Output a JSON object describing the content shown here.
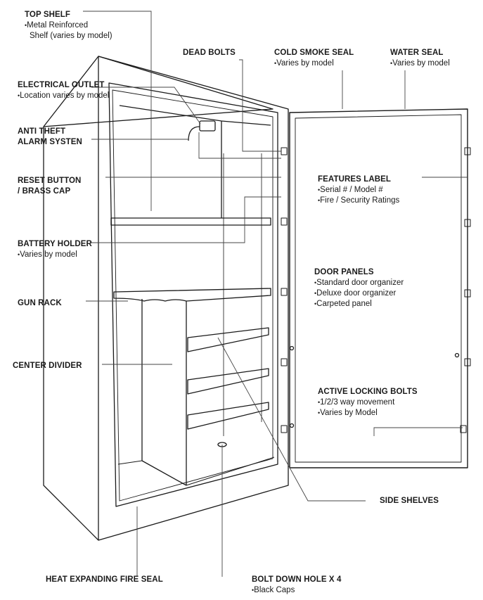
{
  "labels": {
    "top_shelf": {
      "title": "TOP SHELF",
      "lines": [
        "Metal Reinforced",
        "Shelf (varies by model)"
      ]
    },
    "dead_bolts": {
      "title": "DEAD BOLTS"
    },
    "cold_smoke_seal": {
      "title": "COLD SMOKE SEAL",
      "lines": [
        "Varies by model"
      ]
    },
    "water_seal": {
      "title": "WATER SEAL",
      "lines": [
        "Varies by model"
      ]
    },
    "electrical_outlet": {
      "title": "ELECTRICAL OUTLET",
      "lines": [
        "Location varies by model"
      ]
    },
    "anti_theft": {
      "title_1": "ANTI THEFT",
      "title_2": "ALARM SYSTEN"
    },
    "reset_button": {
      "title_1": "RESET BUTTON",
      "title_2": "/ BRASS CAP"
    },
    "features_label": {
      "title": "FEATURES LABEL",
      "lines": [
        "Serial # / Model #",
        "Fire / Security Ratings"
      ]
    },
    "battery_holder": {
      "title": "BATTERY HOLDER",
      "lines": [
        "Varies by model"
      ]
    },
    "door_panels": {
      "title": "DOOR PANELS",
      "lines": [
        "Standard door organizer",
        "Deluxe door organizer",
        "Carpeted panel"
      ]
    },
    "gun_rack": {
      "title": "GUN RACK"
    },
    "center_divider": {
      "title": "CENTER DIVIDER"
    },
    "active_locking_bolts": {
      "title": "ACTIVE LOCKING BOLTS",
      "lines": [
        "1/2/3 way movement",
        "Varies by Model"
      ]
    },
    "side_shelves": {
      "title": "SIDE SHELVES"
    },
    "heat_expanding": {
      "title": "HEAT EXPANDING FIRE SEAL"
    },
    "bolt_down": {
      "title": "BOLT DOWN HOLE X 4",
      "lines": [
        "Black Caps"
      ]
    }
  },
  "colors": {
    "ink": "#1a1a1a",
    "line": "#333333"
  }
}
